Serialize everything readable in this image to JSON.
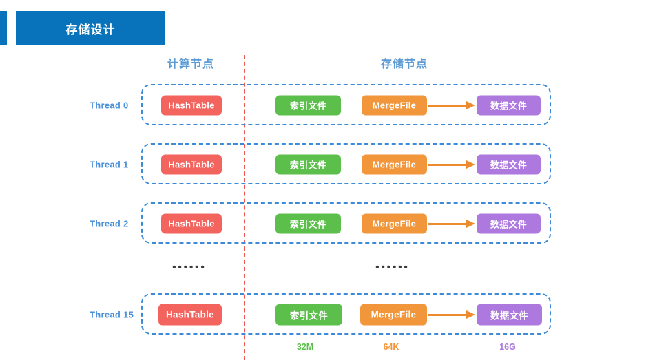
{
  "slide": {
    "title": "存储设计",
    "title_color": "#0873BB"
  },
  "headers": {
    "compute_node": "计算节点",
    "storage_node": "存储节点",
    "color": "#5B9BD5"
  },
  "divider": {
    "color": "#EA5A53",
    "style": "dashed-vertical"
  },
  "rows": [
    {
      "thread_label": "Thread 0",
      "hash_table": "HashTable",
      "index_file": "索引文件",
      "merge_file": "MergeFile",
      "data_file": "数据文件"
    },
    {
      "thread_label": "Thread 1",
      "hash_table": "HashTable",
      "index_file": "索引文件",
      "merge_file": "MergeFile",
      "data_file": "数据文件"
    },
    {
      "thread_label": "Thread 2",
      "hash_table": "HashTable",
      "index_file": "索引文件",
      "merge_file": "MergeFile",
      "data_file": "数据文件"
    },
    {
      "thread_label": "Thread 15",
      "hash_table": "HashTable",
      "index_file": "索引文件",
      "merge_file": "MergeFile",
      "data_file": "数据文件"
    }
  ],
  "ellipsis": {
    "left": "••••••",
    "right": "••••••"
  },
  "sizes": {
    "index_file": "32M",
    "merge_file": "64K",
    "data_file": "16G"
  },
  "colors": {
    "hash_table": "#F4645F",
    "index_file": "#5CBF4B",
    "merge_file": "#F2963C",
    "data_file": "#AE79DE",
    "dashed_box": "#3D8BD8",
    "thread_label": "#4A90D9",
    "arrow": "#EE8B2E"
  }
}
